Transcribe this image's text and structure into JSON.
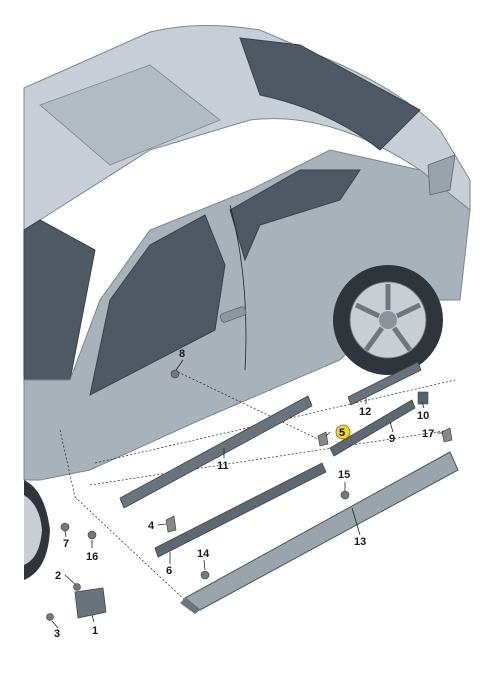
{
  "diagram": {
    "callouts": {
      "c1": "1",
      "c2": "2",
      "c3": "3",
      "c4": "4",
      "c5": "5",
      "c6": "6",
      "c7": "7",
      "c8": "8",
      "c9": "9",
      "c10": "10",
      "c11": "11",
      "c12": "12",
      "c13": "13",
      "c14": "14",
      "c15": "15",
      "c16": "16",
      "c17": "17"
    },
    "highlighted_part": "5",
    "colors": {
      "body": "#b4bcc4",
      "body_dark": "#8f98a2",
      "glass": "#56606b",
      "trim": "#5a646e",
      "highlight": "#f2d23a"
    }
  }
}
